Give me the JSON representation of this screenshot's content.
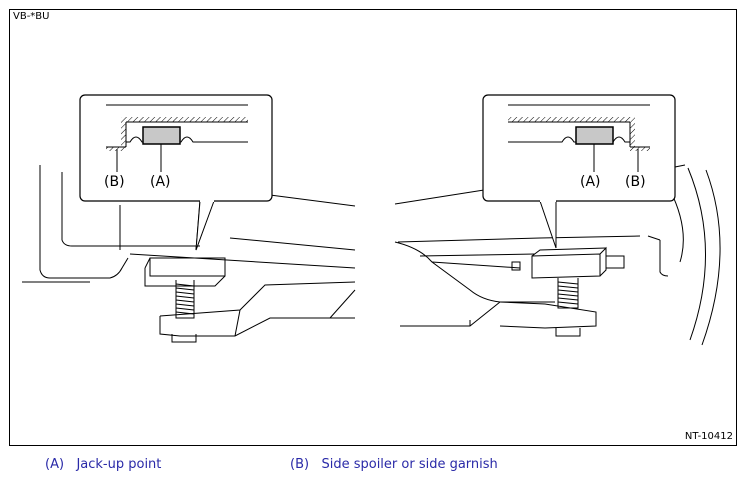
{
  "header_code": "VB-*BU",
  "figure_code": "NT-10412",
  "callout_left": {
    "label_a": "(A)",
    "label_b": "(B)"
  },
  "callout_right": {
    "label_a": "(A)",
    "label_b": "(B)"
  },
  "legend": [
    {
      "key": "(A)",
      "text": "Jack-up point"
    },
    {
      "key": "(B)",
      "text": "Side spoiler or side garnish"
    }
  ],
  "colors": {
    "legend_text": "#2a2aa8",
    "line": "#000000",
    "jack_point_fill": "#c8c8c8"
  }
}
